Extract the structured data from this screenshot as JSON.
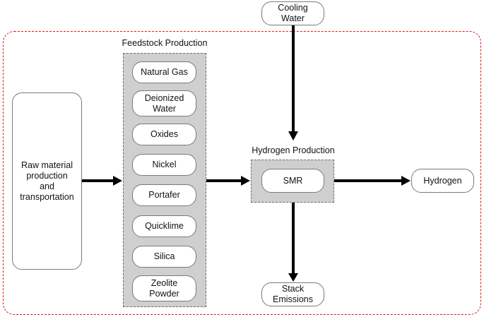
{
  "top_input": "Cooling\nWater",
  "raw_material": "Raw material\nproduction\nand\ntransportation",
  "feedstock": {
    "title": "Feedstock Production",
    "items": [
      "Natural Gas",
      "Deionized\nWater",
      "Oxides",
      "Nickel",
      "Portafer",
      "Quicklime",
      "Silica",
      "Zeolite\nPowder"
    ]
  },
  "hydrogen_production": {
    "title": "Hydrogen Production",
    "process": "SMR"
  },
  "output": "Hydrogen",
  "emissions": "Stack\nEmissions"
}
